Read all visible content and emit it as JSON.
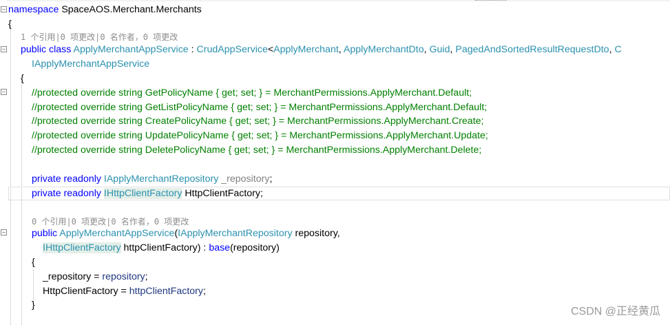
{
  "editor": {
    "lens1": "1 个引用|0 项更改|0 名作者，0 项更改",
    "lens2": "0 个引用|0 项更改|0 名作者，0 项更改",
    "tokens": {
      "namespace": "namespace",
      "ns_name": "SpaceAOS.Merchant.Merchants",
      "open_brace": "{",
      "close_brace": "}",
      "public_class": "public class",
      "class_name": "ApplyMerchantAppService",
      "colon": " : ",
      "base_type": "CrudAppService",
      "lt": "<",
      "t_apply_merchant": "ApplyMerchant",
      "comma": ", ",
      "t_dto": "ApplyMerchantDto",
      "t_guid": "Guid",
      "t_paged": "PagedAndSortedResultRequestDto",
      "trunc": "C",
      "iface": "IApplyMerchantAppService",
      "comment1": "//protected override string GetPolicyName { get; set; } = MerchantPermissions.ApplyMerchant.Default;",
      "comment2": "//protected override string GetListPolicyName { get; set; } = MerchantPermissions.ApplyMerchant.Default;",
      "comment3": "//protected override string CreatePolicyName { get; set; } = MerchantPermissions.ApplyMerchant.Create;",
      "comment4": "//protected override string UpdatePolicyName { get; set; } = MerchantPermissions.ApplyMerchant.Update;",
      "comment5": "//protected override string DeletePolicyName { get; set; } = MerchantPermissions.ApplyMerchant.Delete;",
      "private_readonly": "private readonly",
      "t_repo": "IApplyMerchantRepository",
      "f_repo": "_repository",
      "semi": ";",
      "t_factory": "IHttpClientFactory",
      "f_factory": "HttpClientFactory",
      "public": "public",
      "ctor_name": "ApplyMerchantAppService",
      "lparen": "(",
      "p_repo": "repository",
      "p_factory": "httpClientFactory",
      "rparen_colon": ") : ",
      "base": "base",
      "base_args": "(repository)",
      "assign": " = ",
      "space": " "
    }
  },
  "watermark": "CSDN @正经黄瓜"
}
